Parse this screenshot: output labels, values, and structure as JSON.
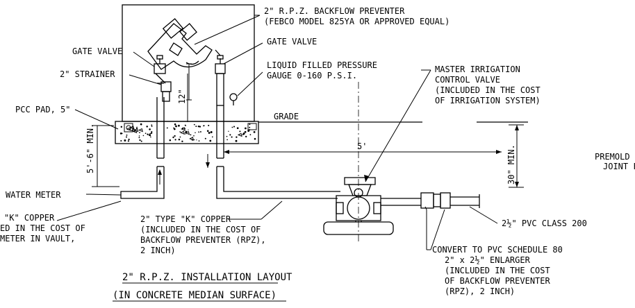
{
  "labels": {
    "backflow_1": "2\" R.P.Z. BACKFLOW PREVENTER",
    "backflow_2": "(FEBCO MODEL 825YA OR APPROVED EQUAL)",
    "gate_valve_left": "GATE VALVE",
    "gate_valve_right": "GATE VALVE",
    "strainer": "2\" STRAINER",
    "gauge_1": "LIQUID FILLED PRESSURE",
    "gauge_2": "GAUGE 0-160 P.S.I.",
    "master_1": "MASTER IRRIGATION",
    "master_2": "CONTROL VALVE",
    "master_3": "(INCLUDED IN THE COST",
    "master_4": "OF IRRIGATION SYSTEM)",
    "pcc_pad": "PCC PAD, 5\"",
    "grade": "GRADE",
    "min_left": "5'-6\" MIN.",
    "riser_height": "12\"",
    "run_5ft": "5'",
    "min_right": "30\" MIN.",
    "premold_1": "PREMOLD",
    "premold_2": "JOINT F",
    "water_meter": "WATER METER",
    "copper_left_1": "\"K\" COPPER",
    "copper_left_2": "ED IN THE COST OF",
    "copper_left_3": "METER IN VAULT,",
    "copper_mid_1": "2\" TYPE \"K\" COPPER",
    "copper_mid_2": "(INCLUDED IN THE COST OF",
    "copper_mid_3": "BACKFLOW PREVENTER (RPZ),",
    "copper_mid_4": "2 INCH)",
    "pvc_200": "2½\" PVC CLASS 200",
    "convert_1": "CONVERT TO PVC SCHEDULE 80",
    "convert_2": "2\" x 2½\" ENLARGER",
    "convert_3": "(INCLUDED IN THE COST",
    "convert_4": "OF BACKFLOW PREVENTER",
    "convert_5": "(RPZ), 2 INCH)"
  },
  "title": {
    "line1": "2\" R.P.Z. INSTALLATION LAYOUT",
    "line2": "(IN CONCRETE MEDIAN SURFACE)"
  }
}
